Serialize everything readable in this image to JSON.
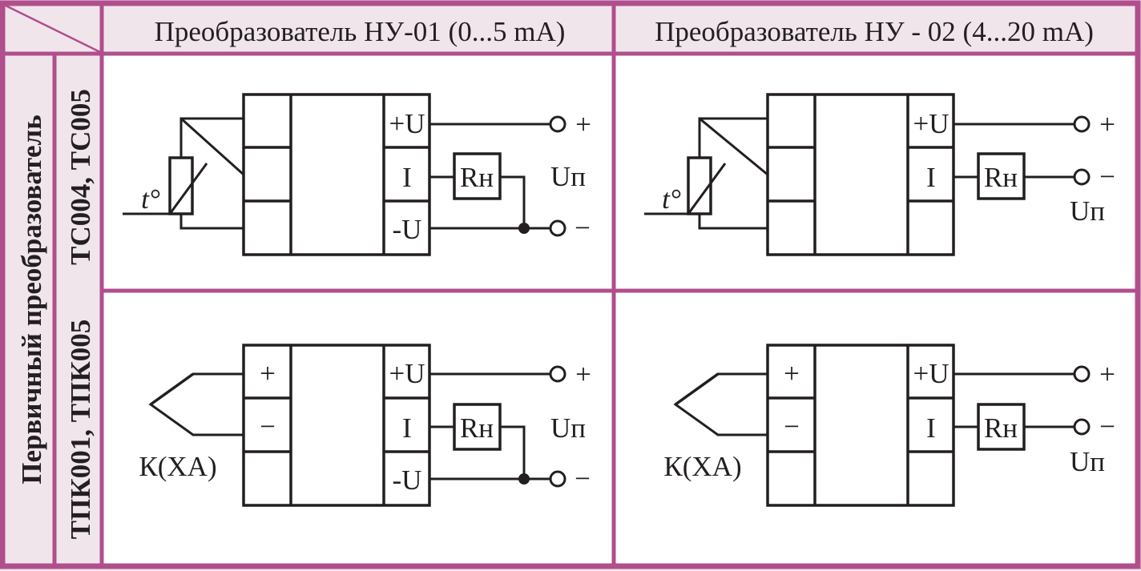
{
  "header": {
    "col1": "Преобразователь НУ-01 (0...5 mA)",
    "col2": "Преобразователь НУ - 02 (4...20 mA)"
  },
  "side": {
    "group": "Первичный преобразователь",
    "row1": "ТС004, ТС005",
    "row2": "ТПК001, ТПК005"
  },
  "labels": {
    "plus_u": "+U",
    "minus_u": "-U",
    "current": "I",
    "load": "Rн",
    "supply": "Uп",
    "plus": "+",
    "minus": "−",
    "temp": "t°",
    "tc_plus": "+",
    "tc_minus": "−",
    "thermocouple": "К(ХА)"
  },
  "colors": {
    "frame": "#b04f8c",
    "header_bg": "#f1e5ec",
    "ink": "#231f20"
  }
}
